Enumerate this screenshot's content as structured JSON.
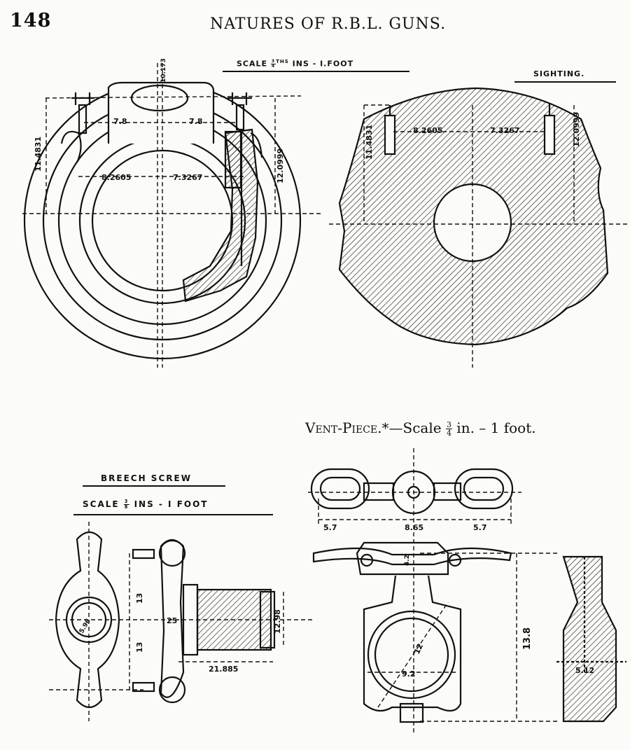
{
  "header": {
    "page_number": "148",
    "title": "NATURES OF R.B.L. GUNS."
  },
  "top": {
    "scale_label": "SCALE",
    "scale_num": "3",
    "scale_den": "4",
    "scale_sup": "THS",
    "scale_rest": "INS - I.FOOT",
    "sighting_label": "SIGHTING.",
    "dims": {
      "d_78_left": "7.8",
      "d_78_right": "7.8",
      "d_8_2605": "8.2605",
      "d_7_3267": "7.3267",
      "d_11_4831": "11.4831",
      "d_12_0999": "12.0999",
      "d_10_173": "10.173"
    }
  },
  "vent": {
    "caption_sc": "Vent-Piece.",
    "caption_rest": "*—Scale",
    "caption_num": "3",
    "caption_den": "4",
    "caption_tail": "in. – 1 foot.",
    "dims": {
      "d_57_left": "5.7",
      "d_865": "8.65",
      "d_57_right": "5.7",
      "d_42": "4.2",
      "d_12": "12",
      "d_92": "9.2",
      "d_138": "13.8",
      "d_512": "5.12"
    }
  },
  "breech": {
    "title": "BREECH SCREW",
    "scale_label": "SCALE",
    "scale_num": "3",
    "scale_den": "8",
    "scale_rest": "INS - I FOOT",
    "dims": {
      "d_13_top": "13",
      "d_13_bottom": "13",
      "d_25": "25",
      "d_596": "5.96",
      "d_1298": "12.98",
      "d_21885": "21.885"
    }
  }
}
